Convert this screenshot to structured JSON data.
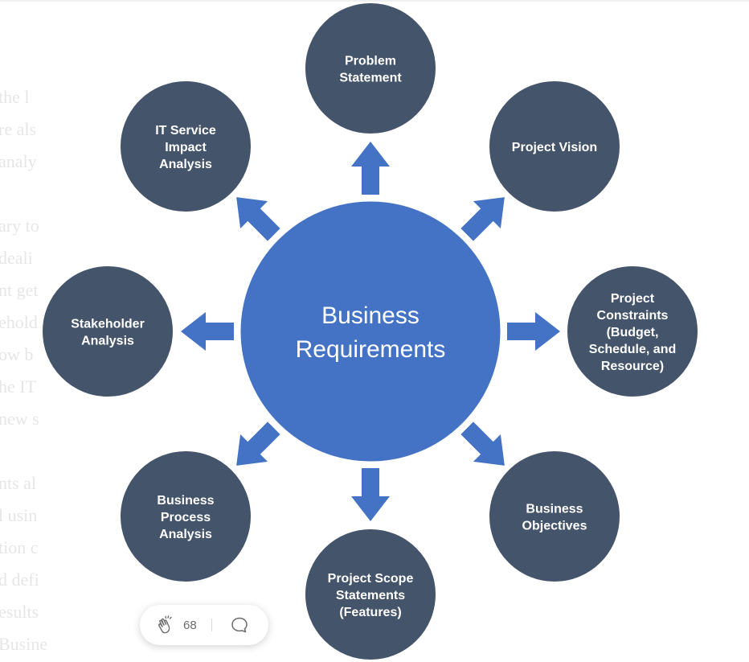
{
  "background_text_lines": [
    {
      "text": "the l"
    },
    {
      "text": "re als"
    },
    {
      "text": "analy"
    },
    {
      "text": "ary to"
    },
    {
      "text": "deali"
    },
    {
      "text": "nt get"
    },
    {
      "text": "ehold"
    },
    {
      "text": "ow b"
    },
    {
      "text": "he IT"
    },
    {
      "text": "new s"
    },
    {
      "text": "nts al"
    },
    {
      "text": "l usin"
    },
    {
      "text": "tion c"
    },
    {
      "text": "d defi"
    },
    {
      "text": "esults"
    },
    {
      "text": "Busine"
    }
  ],
  "diagram": {
    "center": {
      "lines": [
        "Business",
        "Requirements"
      ],
      "color": "#4472c4"
    },
    "node_color": "#44546a",
    "arrow_color": "#4472c4",
    "nodes": [
      {
        "id": "problem-statement",
        "lines": [
          "Problem",
          "Statement"
        ]
      },
      {
        "id": "project-vision",
        "lines": [
          "Project Vision"
        ]
      },
      {
        "id": "project-constraints",
        "lines": [
          "Project",
          "Constraints",
          "(Budget,",
          "Schedule, and",
          "Resource)"
        ]
      },
      {
        "id": "business-objectives",
        "lines": [
          "Business",
          "Objectives"
        ]
      },
      {
        "id": "project-scope-statements",
        "lines": [
          "Project Scope",
          "Statements",
          "(Features)"
        ]
      },
      {
        "id": "business-process-analysis",
        "lines": [
          "Business",
          "Process",
          "Analysis"
        ]
      },
      {
        "id": "stakeholder-analysis",
        "lines": [
          "Stakeholder",
          "Analysis"
        ]
      },
      {
        "id": "it-service-impact-analysis",
        "lines": [
          "IT Service",
          "Impact",
          "Analysis"
        ]
      }
    ]
  },
  "clap_bar": {
    "clap_count": "68",
    "clap_icon": "clap-icon",
    "comment_icon": "comment-icon"
  }
}
